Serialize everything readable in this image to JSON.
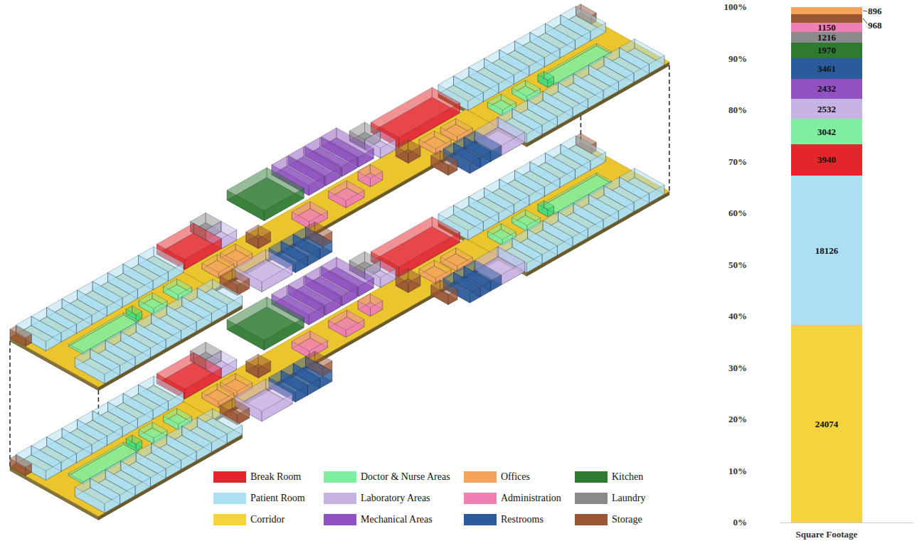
{
  "diagram": {
    "nodes": [
      {
        "text": [
          "896"
        ]
      },
      {
        "text": [
          "968"
        ]
      },
      {
        "text": [
          "1150"
        ]
      },
      {
        "text": [
          "1216"
        ]
      },
      {
        "text": [
          "1970"
        ]
      },
      {
        "text": [
          "3461"
        ]
      },
      {
        "text": [
          "2432"
        ]
      },
      {
        "text": [
          "2532"
        ]
      },
      {
        "text": [
          "3042"
        ]
      },
      {
        "text": [
          "3940"
        ]
      },
      {
        "text": [
          "18126"
        ]
      },
      {
        "text": [
          "24074"
        ]
      }
    ],
    "labels": [
      "100%",
      "90%",
      "80%",
      "70%",
      "60%",
      "50%",
      "40%",
      "30%",
      "20%",
      "10%",
      "0%",
      "Square Footage"
    ],
    "legend": [
      {
        "text": "Break Room",
        "color": "#e3262b"
      },
      {
        "text": "Doctor & Nurse Areas",
        "color": "#7eefa0"
      },
      {
        "text": "Offices",
        "color": "#f5a35c"
      },
      {
        "text": "Kitchen",
        "color": "#2f7a31"
      },
      {
        "text": "Patient Room",
        "color": "#acdff3"
      },
      {
        "text": "Laboratory Areas",
        "color": "#c7b2e4"
      },
      {
        "text": "Administration",
        "color": "#ef7fb4"
      },
      {
        "text": "Laundry",
        "color": "#8a8a8a"
      },
      {
        "text": "Corridor",
        "color": "#f5d33c"
      },
      {
        "text": "Mechanical Areas",
        "color": "#8f52c0"
      },
      {
        "text": "Restrooms",
        "color": "#2c5b9c"
      },
      {
        "text": "Storage",
        "color": "#9a5532"
      }
    ]
  }
}
